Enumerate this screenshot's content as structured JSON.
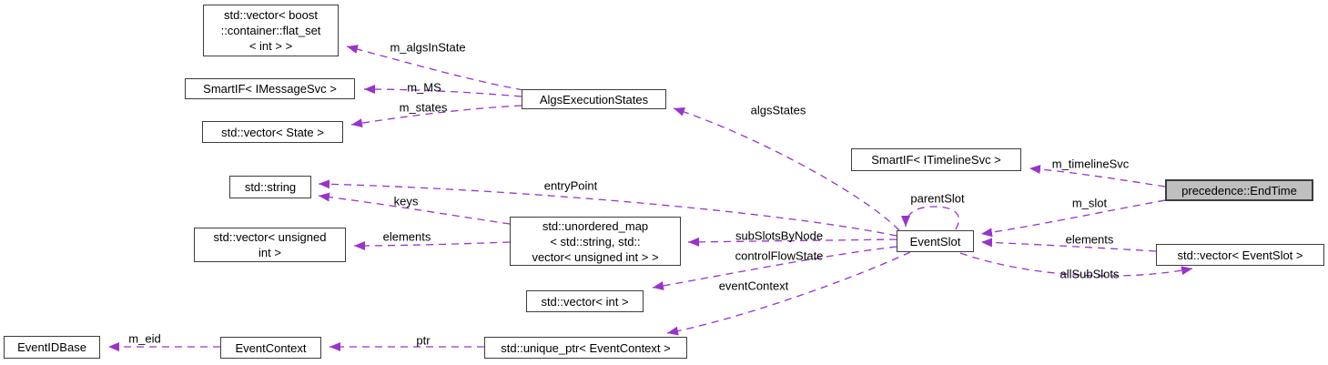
{
  "diagram_type": "collaboration-graph",
  "colors": {
    "edge": "#9a32cd",
    "node_border": "#3d3d3d",
    "node_fill": "#ffffff",
    "highlight_node_fill": "#bfbfbf",
    "text": "#000000",
    "background": "#ffffff"
  },
  "nodes": [
    {
      "id": "flat_set_vector",
      "label": "std::vector< boost\n::container::flat_set\n< int > >"
    },
    {
      "id": "smartif_imessagesvc",
      "label": "SmartIF< IMessageSvc >"
    },
    {
      "id": "vector_state",
      "label": "std::vector< State >"
    },
    {
      "id": "algs_exec_states",
      "label": "AlgsExecutionStates"
    },
    {
      "id": "std_string",
      "label": "std::string"
    },
    {
      "id": "vector_unsigned_int",
      "label": "std::vector< unsigned\nint >"
    },
    {
      "id": "unordered_map",
      "label": "std::unordered_map\n< std::string, std::\nvector< unsigned int > >"
    },
    {
      "id": "vector_int",
      "label": "std::vector< int >"
    },
    {
      "id": "smartif_itimelinesvc",
      "label": "SmartIF< ITimelineSvc >"
    },
    {
      "id": "event_slot",
      "label": "EventSlot"
    },
    {
      "id": "precedence_endtime",
      "label": "precedence::EndTime"
    },
    {
      "id": "vector_eventslot",
      "label": "std::vector< EventSlot >"
    },
    {
      "id": "unique_ptr_eventcontext",
      "label": "std::unique_ptr< EventContext >"
    },
    {
      "id": "event_context",
      "label": "EventContext"
    },
    {
      "id": "event_id_base",
      "label": "EventIDBase"
    }
  ],
  "edges": [
    {
      "label": "m_algsInState",
      "from": "algs_exec_states",
      "to": "flat_set_vector"
    },
    {
      "label": "m_MS",
      "from": "algs_exec_states",
      "to": "smartif_imessagesvc"
    },
    {
      "label": "m_states",
      "from": "algs_exec_states",
      "to": "vector_state"
    },
    {
      "label": "algsStates",
      "from": "event_slot",
      "to": "algs_exec_states"
    },
    {
      "label": "entryPoint",
      "from": "event_slot",
      "to": "std_string"
    },
    {
      "label": "keys",
      "from": "unordered_map",
      "to": "std_string"
    },
    {
      "label": "elements",
      "from": "unordered_map",
      "to": "vector_unsigned_int"
    },
    {
      "label": "subSlotsByNode",
      "from": "event_slot",
      "to": "unordered_map"
    },
    {
      "label": "controlFlowState",
      "from": "event_slot",
      "to": "vector_int"
    },
    {
      "label": "eventContext",
      "from": "event_slot",
      "to": "unique_ptr_eventcontext"
    },
    {
      "label": "parentSlot",
      "from": "event_slot",
      "to": "event_slot"
    },
    {
      "label": "m_timelineSvc",
      "from": "precedence_endtime",
      "to": "smartif_itimelinesvc"
    },
    {
      "label": "m_slot",
      "from": "precedence_endtime",
      "to": "event_slot"
    },
    {
      "label": "elements",
      "from": "vector_eventslot",
      "to": "event_slot"
    },
    {
      "label": "allSubSlots",
      "from": "event_slot",
      "to": "vector_eventslot"
    },
    {
      "label": "ptr",
      "from": "unique_ptr_eventcontext",
      "to": "event_context"
    },
    {
      "label": "m_eid",
      "from": "event_context",
      "to": "event_id_base"
    }
  ]
}
